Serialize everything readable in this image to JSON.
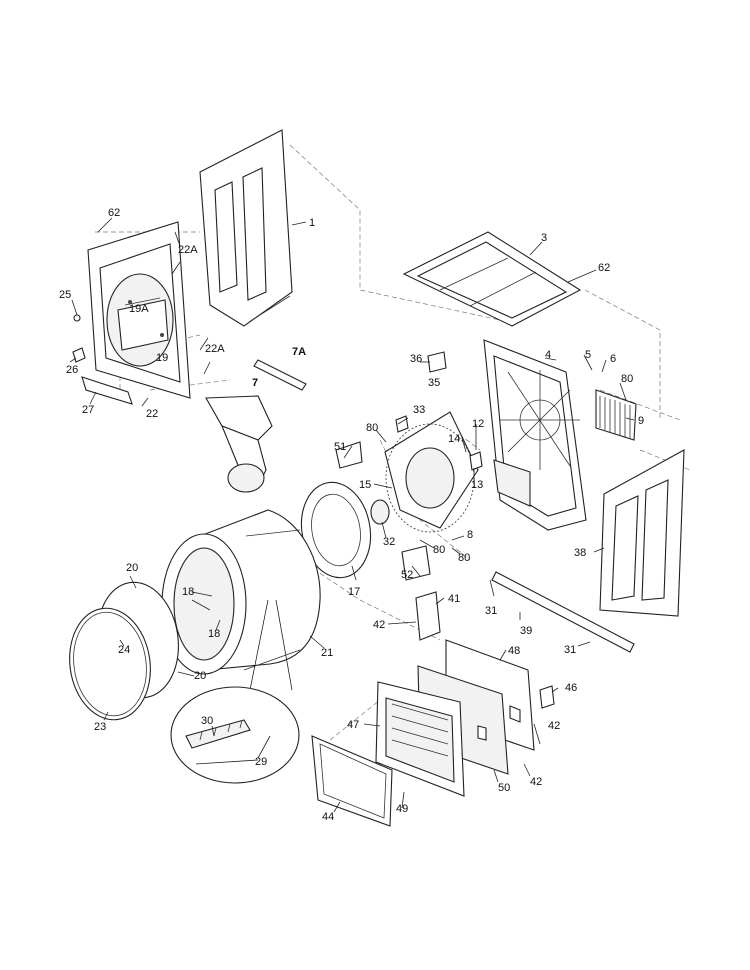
{
  "parts": {
    "p1": "1",
    "p3": "3",
    "p4": "4",
    "p5": "5",
    "p6": "6",
    "p7": "7",
    "p7A": "7A",
    "p8": "8",
    "p9": "9",
    "p12": "12",
    "p13": "13",
    "p14": "14",
    "p15": "15",
    "p17": "17",
    "p18a": "18",
    "p18b": "18",
    "p19": "19",
    "p19A": "19A",
    "p20a": "20",
    "p20b": "20",
    "p21": "21",
    "p22": "22",
    "p22Aa": "22A",
    "p22Ab": "22A",
    "p23": "23",
    "p24": "24",
    "p25": "25",
    "p26": "26",
    "p27": "27",
    "p29": "29",
    "p30": "30",
    "p31a": "31",
    "p31b": "31",
    "p32": "32",
    "p33": "33",
    "p35": "35",
    "p36": "36",
    "p38": "38",
    "p39": "39",
    "p41": "41",
    "p42a": "42",
    "p42b": "42",
    "p42c": "42",
    "p44": "44",
    "p46": "46",
    "p47": "47",
    "p48": "48",
    "p49": "49",
    "p50": "50",
    "p51": "51",
    "p52": "52",
    "p62a": "62",
    "p62b": "62",
    "p80a": "80",
    "p80b": "80",
    "p80c": "80",
    "p80d": "80"
  }
}
